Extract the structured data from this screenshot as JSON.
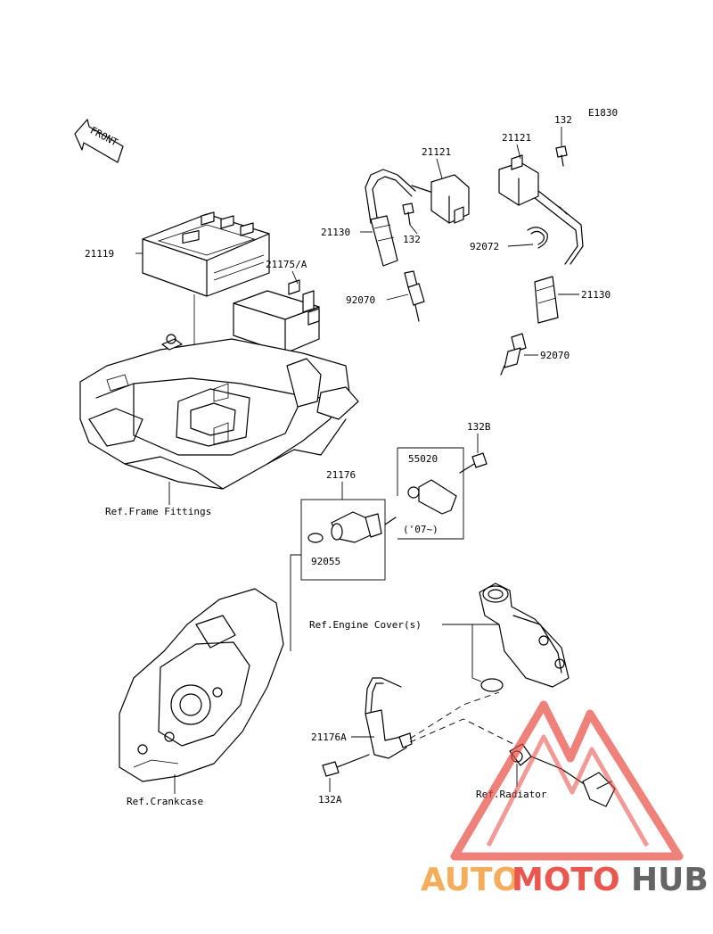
{
  "diagram_code": "E1830",
  "front_marker": "FRONT",
  "parts": {
    "p21119": "21119",
    "p21175A": "21175/A",
    "p21121_left": "21121",
    "p21121_right": "21121",
    "p132_right": "132",
    "p132_left": "132",
    "p21130_left": "21130",
    "p21130_right": "21130",
    "p92072": "92072",
    "p92070_left": "92070",
    "p92070_right": "92070",
    "p132B": "132B",
    "p55020": "55020",
    "p55020_note": "('07~)",
    "p21176": "21176",
    "p92055": "92055",
    "p21176A": "21176A",
    "p132A": "132A"
  },
  "refs": {
    "frame_fittings": "Ref.Frame Fittings",
    "engine_cover": "Ref.Engine Cover(s)",
    "radiator": "Ref.Radiator",
    "crankcase": "Ref.Crankcase"
  },
  "watermark": {
    "part1": "AUTO",
    "part2": "MOTO",
    "part3": "HUB",
    "color_orange": "#f5a54a",
    "color_red": "#e8453c",
    "color_gray": "#555555"
  }
}
